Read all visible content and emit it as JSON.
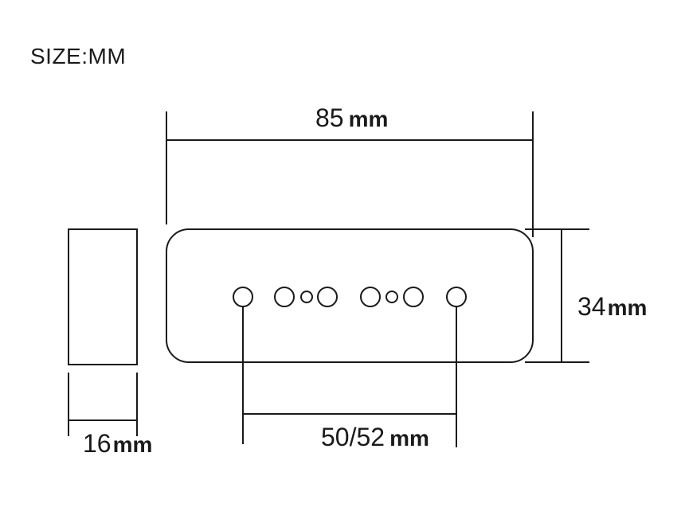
{
  "title": "SIZE:MM",
  "dimensions": {
    "length": {
      "value": "85",
      "unit": "mm"
    },
    "width": {
      "value": "34",
      "unit": "mm"
    },
    "thickness": {
      "value": "16",
      "unit": "mm"
    },
    "pole_spacing": {
      "value": "50/52",
      "unit": "mm"
    }
  },
  "colors": {
    "line": "#1a1a1a",
    "background": "#ffffff"
  }
}
